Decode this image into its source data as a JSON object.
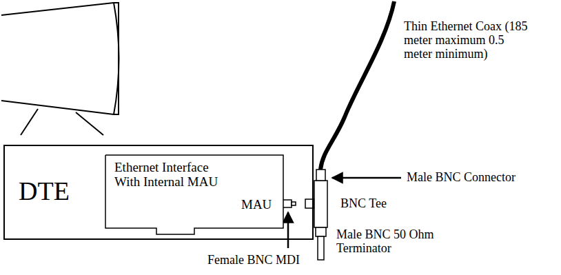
{
  "diagram": {
    "nodes": [
      {
        "text": [
          "DTE"
        ]
      },
      {
        "text": [
          "Ethernet Interface With Internal MAU",
          "MAU"
        ],
        "in": 0
      }
    ],
    "labels": [
      "Thin Ethernet Coax (185 meter maximum 0.5 meter minimum)",
      "Male BNC Connector",
      "BNC Tee",
      "Male BNC 50 Ohm Terminator",
      "Female BNC MDI"
    ]
  }
}
